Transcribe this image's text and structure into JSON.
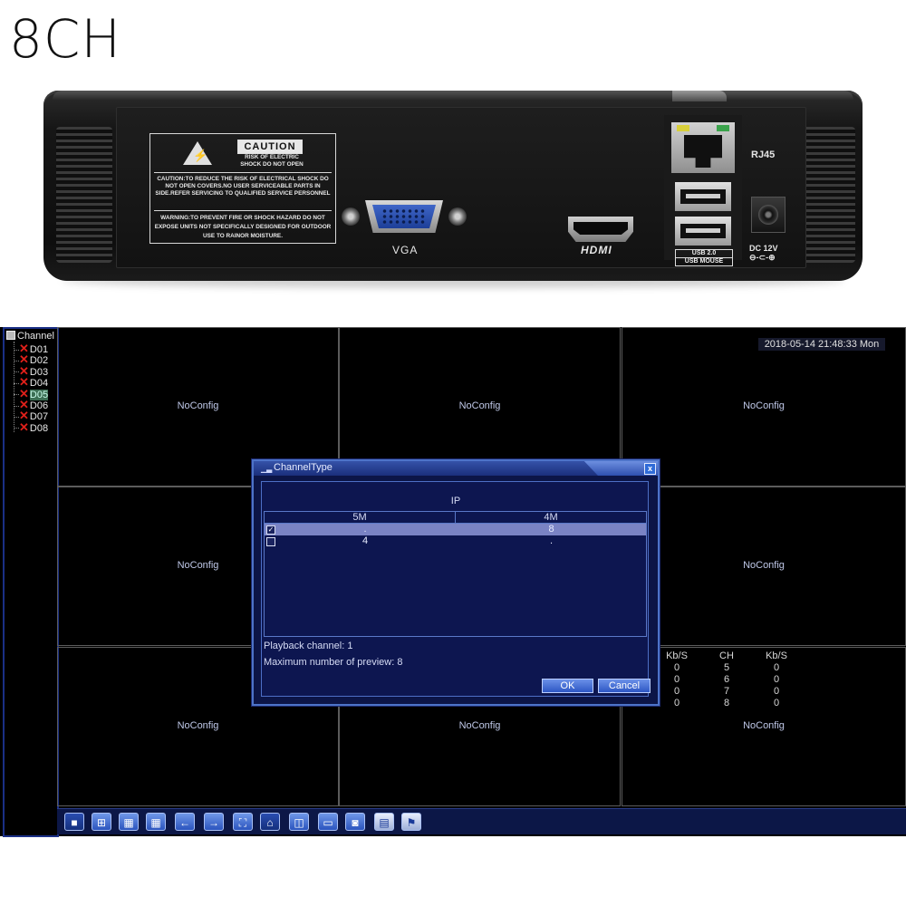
{
  "header": {
    "title": "8CH"
  },
  "device": {
    "caution": {
      "heading": "CAUTION",
      "sub": "RISK OF ELECTRIC SHOCK DO NOT OPEN",
      "line1": "CAUTION:TO REDUCE THE RISK OF ELECTRICAL SHOCK DO NOT OPEN COVERS.NO USER SERVICEABLE PARTS IN SIDE.REFER SERVICING TO QUALIFIED SERVICE PERSONNEL",
      "line2": "WARNING:TO PREVENT FIRE OR SHOCK HAZARD DO NOT EXPOSE UNITS NOT SPECIFICALLY DESIGNED FOR OUTDOOR USE TO RAINOR MOISTURE."
    },
    "vga_label": "VGA",
    "hdmi_label": "HDMI",
    "rj45_label": "RJ45",
    "usb_label_1": "USB 2.0",
    "usb_label_2": "USB MOUSE",
    "dc_label_1": "DC 12V",
    "dc_label_2": "⊖-⊂-⊕"
  },
  "sidebar": {
    "root_label": "Channel",
    "channels": [
      {
        "label": "D01",
        "selected": false
      },
      {
        "label": "D02",
        "selected": false
      },
      {
        "label": "D03",
        "selected": false
      },
      {
        "label": "D04",
        "selected": false
      },
      {
        "label": "D05",
        "selected": true
      },
      {
        "label": "D06",
        "selected": false
      },
      {
        "label": "D07",
        "selected": false
      },
      {
        "label": "D08",
        "selected": false
      }
    ]
  },
  "datetime": "2018-05-14 21:48:33 Mon",
  "cells": [
    "NoConfig",
    "NoConfig",
    "NoConfig",
    "NoConfig",
    "NoConfig",
    "NoConfig",
    "NoConfig",
    "NoConfig"
  ],
  "stats": {
    "headers": [
      "Kb/S",
      "CH",
      "Kb/S"
    ],
    "rows": [
      [
        "0",
        "5",
        "0"
      ],
      [
        "0",
        "6",
        "0"
      ],
      [
        "0",
        "7",
        "0"
      ],
      [
        "0",
        "8",
        "0"
      ]
    ]
  },
  "dialog": {
    "title": "ChannelType",
    "close": "x",
    "group_label": "IP",
    "columns": [
      "5M",
      "4M"
    ],
    "rows": [
      {
        "checked": true,
        "check_mark": "✓",
        "c1": ".",
        "c2": "8"
      },
      {
        "checked": false,
        "check_mark": "",
        "c1": "4",
        "c2": "."
      }
    ],
    "playback": "Playback channel: 1",
    "max_preview": "Maximum number of preview: 8",
    "ok": "OK",
    "cancel": "Cancel"
  },
  "toolbar": {
    "buttons": [
      {
        "name": "single-view-button",
        "glyph": "■"
      },
      {
        "name": "quad-view-button",
        "glyph": "⊞"
      },
      {
        "name": "six-view-button",
        "glyph": "▦"
      },
      {
        "name": "nine-view-button",
        "glyph": "▦"
      },
      {
        "name": "previous-button",
        "glyph": "←"
      },
      {
        "name": "next-button",
        "glyph": "→"
      },
      {
        "name": "fullscreen-button",
        "glyph": "⛶"
      },
      {
        "name": "ptz-button",
        "glyph": "⌂"
      },
      {
        "name": "color-setting-button",
        "glyph": "◫"
      },
      {
        "name": "screen-button",
        "glyph": "▭"
      },
      {
        "name": "record-button",
        "glyph": "◙"
      },
      {
        "name": "playback-button",
        "glyph": "▤"
      },
      {
        "name": "alarm-button",
        "glyph": "⚑"
      }
    ]
  },
  "colors": {
    "ui_background": "#000000",
    "dialog_background": "#0c1547",
    "accent_blue": "#4d73c8",
    "selected_row": "#7a83c4",
    "error_red": "#e0201a"
  }
}
